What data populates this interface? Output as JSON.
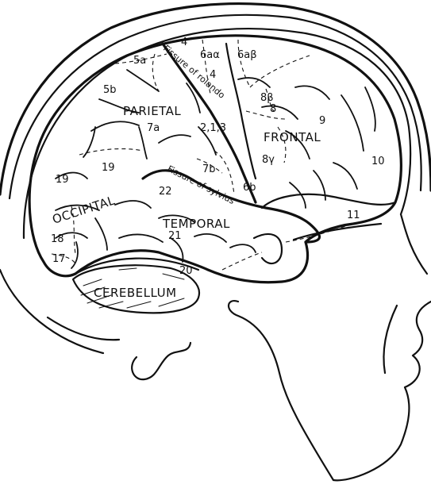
{
  "regions": {
    "parietal": "PARIETAL",
    "frontal": "FRONTAL",
    "occipital": "OCCIPITAL",
    "temporal": "TEMPORAL",
    "cerebellum": "CEREBELLUM"
  },
  "fissures": {
    "rolando": "Fissure of rolando",
    "sylvius": "Fissure of sylvius"
  },
  "areas": {
    "a4_top": "4",
    "a4_mid": "4",
    "a6aa": "6aα",
    "a6ab": "6aβ",
    "a5a": "5a",
    "a5b": "5b",
    "a8b": "8β",
    "a8": "8",
    "a9": "9",
    "a7a": "7a",
    "a213": "2,1,3",
    "a8g": "8γ",
    "a10": "10",
    "a19_left": "19",
    "a19_right": "19",
    "a7b": "7b",
    "a22": "22",
    "a6b": "6b",
    "a11": "11",
    "a18": "18",
    "a21": "21",
    "a17": "17",
    "a20": "20"
  }
}
